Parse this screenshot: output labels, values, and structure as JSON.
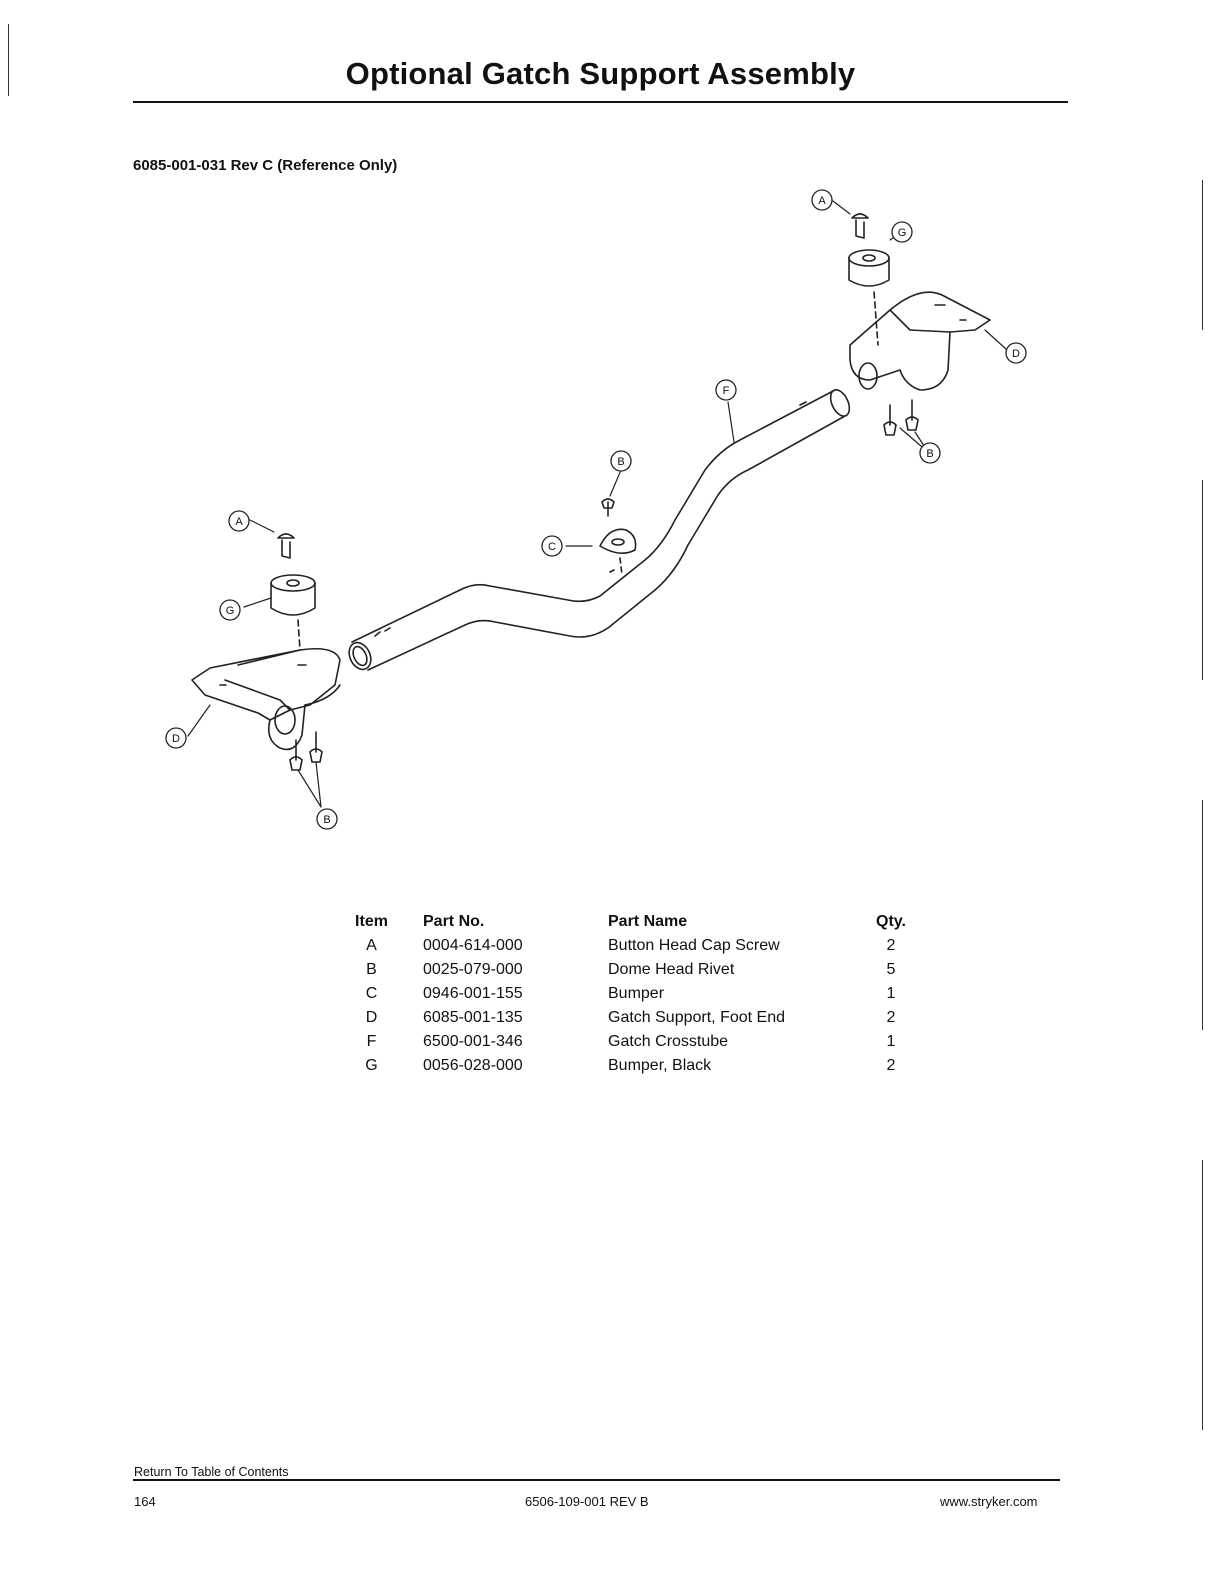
{
  "page": {
    "title": "Optional Gatch Support Assembly",
    "reference": "6085-001-031 Rev C (Reference Only)"
  },
  "diagram": {
    "callout_letters": [
      "A",
      "B",
      "C",
      "D",
      "F",
      "G"
    ]
  },
  "parts_table": {
    "headers": [
      "Item",
      "Part No.",
      "Part Name",
      "Qty."
    ],
    "rows": [
      {
        "item": "A",
        "part_no": "0004-614-000",
        "name": "Button Head Cap Screw",
        "qty": "2"
      },
      {
        "item": "B",
        "part_no": "0025-079-000",
        "name": "Dome Head Rivet",
        "qty": "5"
      },
      {
        "item": "C",
        "part_no": "0946-001-155",
        "name": "Bumper",
        "qty": "1"
      },
      {
        "item": "D",
        "part_no": "6085-001-135",
        "name": "Gatch Support, Foot End",
        "qty": "2"
      },
      {
        "item": "F",
        "part_no": "6500-001-346",
        "name": "Gatch Crosstube",
        "qty": "1"
      },
      {
        "item": "G",
        "part_no": "0056-028-000",
        "name": "Bumper, Black",
        "qty": "2"
      }
    ]
  },
  "footer": {
    "link": "Return To Table of Contents",
    "page_number": "164",
    "doc_number": "6506-109-001 REV B",
    "website": "www.stryker.com"
  }
}
